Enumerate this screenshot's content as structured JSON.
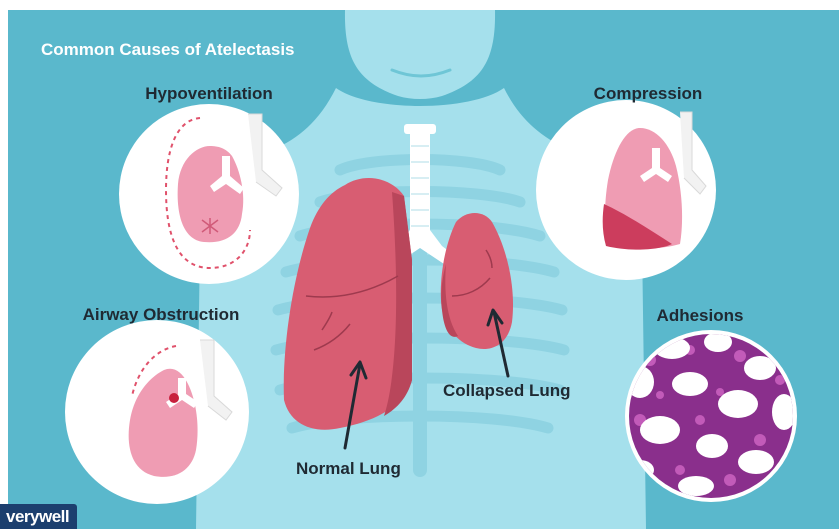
{
  "title": "Common Causes of Atelectasis",
  "causes": {
    "hypoventilation": "Hypoventilation",
    "compression": "Compression",
    "airway_obstruction": "Airway Obstruction",
    "adhesions": "Adhesions"
  },
  "callouts": {
    "normal_lung": "Normal Lung",
    "collapsed_lung": "Collapsed Lung"
  },
  "brand": "verywell",
  "colors": {
    "background": "#5ab8cc",
    "body": "#a5e0ec",
    "lung": "#d85d72",
    "lung_inset": "#ef9cb3",
    "trachea": "#ffffff",
    "adhesion_tissue": "#8a2f8c"
  }
}
